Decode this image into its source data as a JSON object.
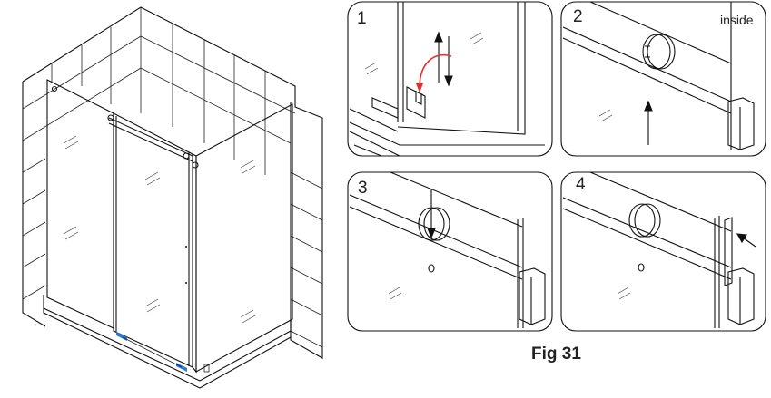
{
  "figure": {
    "caption": "Fig 31",
    "panels": [
      {
        "number": "1",
        "note": ""
      },
      {
        "number": "2",
        "note": "inside"
      },
      {
        "number": "3",
        "note": ""
      },
      {
        "number": "4",
        "note": ""
      }
    ]
  },
  "colors": {
    "line": "#111111",
    "curved_arrow": "#e0302a",
    "floor_guide": "#2b7bd0",
    "background": "#ffffff"
  }
}
